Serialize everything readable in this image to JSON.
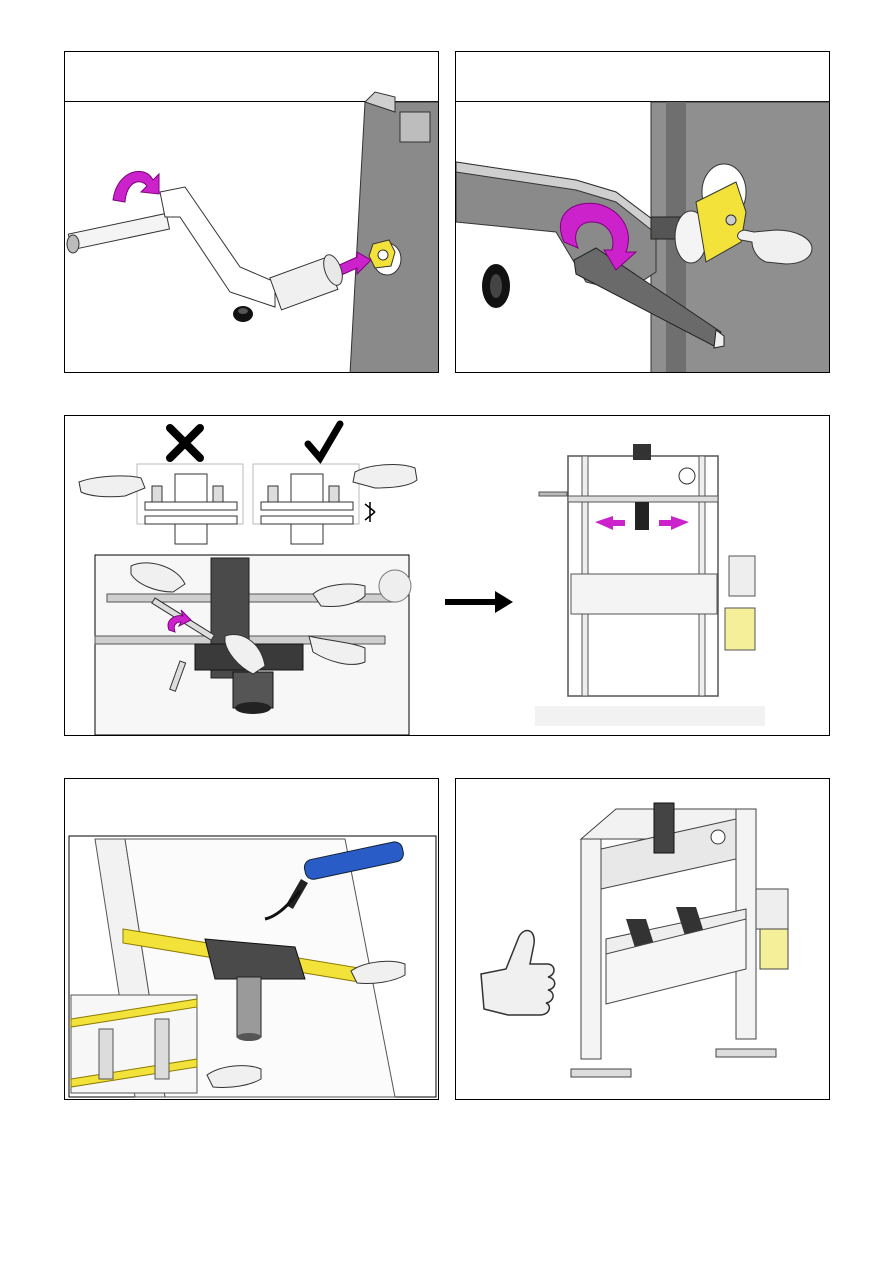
{
  "page": {
    "panels": [
      {
        "id": "p1",
        "header": "",
        "description_icons": [
          "crank-handle-icon",
          "rotate-arrow-icon",
          "insert-arrow-icon",
          "cap-icon"
        ]
      },
      {
        "id": "p2",
        "header": "",
        "description_icons": [
          "rotate-arrow-icon",
          "hex-key-icon",
          "pointing-hand-icon",
          "cap-icon"
        ]
      },
      {
        "id": "p3",
        "header": "",
        "description_icons": [
          "wrong-cross-icon",
          "correct-check-icon",
          "pointing-hand-icon",
          "wrench-icon",
          "arrow-right-icon",
          "press-frame-icon"
        ]
      },
      {
        "id": "p4",
        "header": "",
        "description_icons": [
          "grease-gun-icon",
          "pointing-hand-icon",
          "detail-inset-icon"
        ]
      },
      {
        "id": "p5",
        "header": "",
        "description_icons": [
          "thumbs-up-icon",
          "press-assembled-icon"
        ]
      }
    ]
  },
  "colors": {
    "magenta": "#cc22cc",
    "yellow": "#f2e23a",
    "blue": "#2a5cc8",
    "gray_dark": "#7a7a7a",
    "gray_light": "#d9d9d9"
  }
}
